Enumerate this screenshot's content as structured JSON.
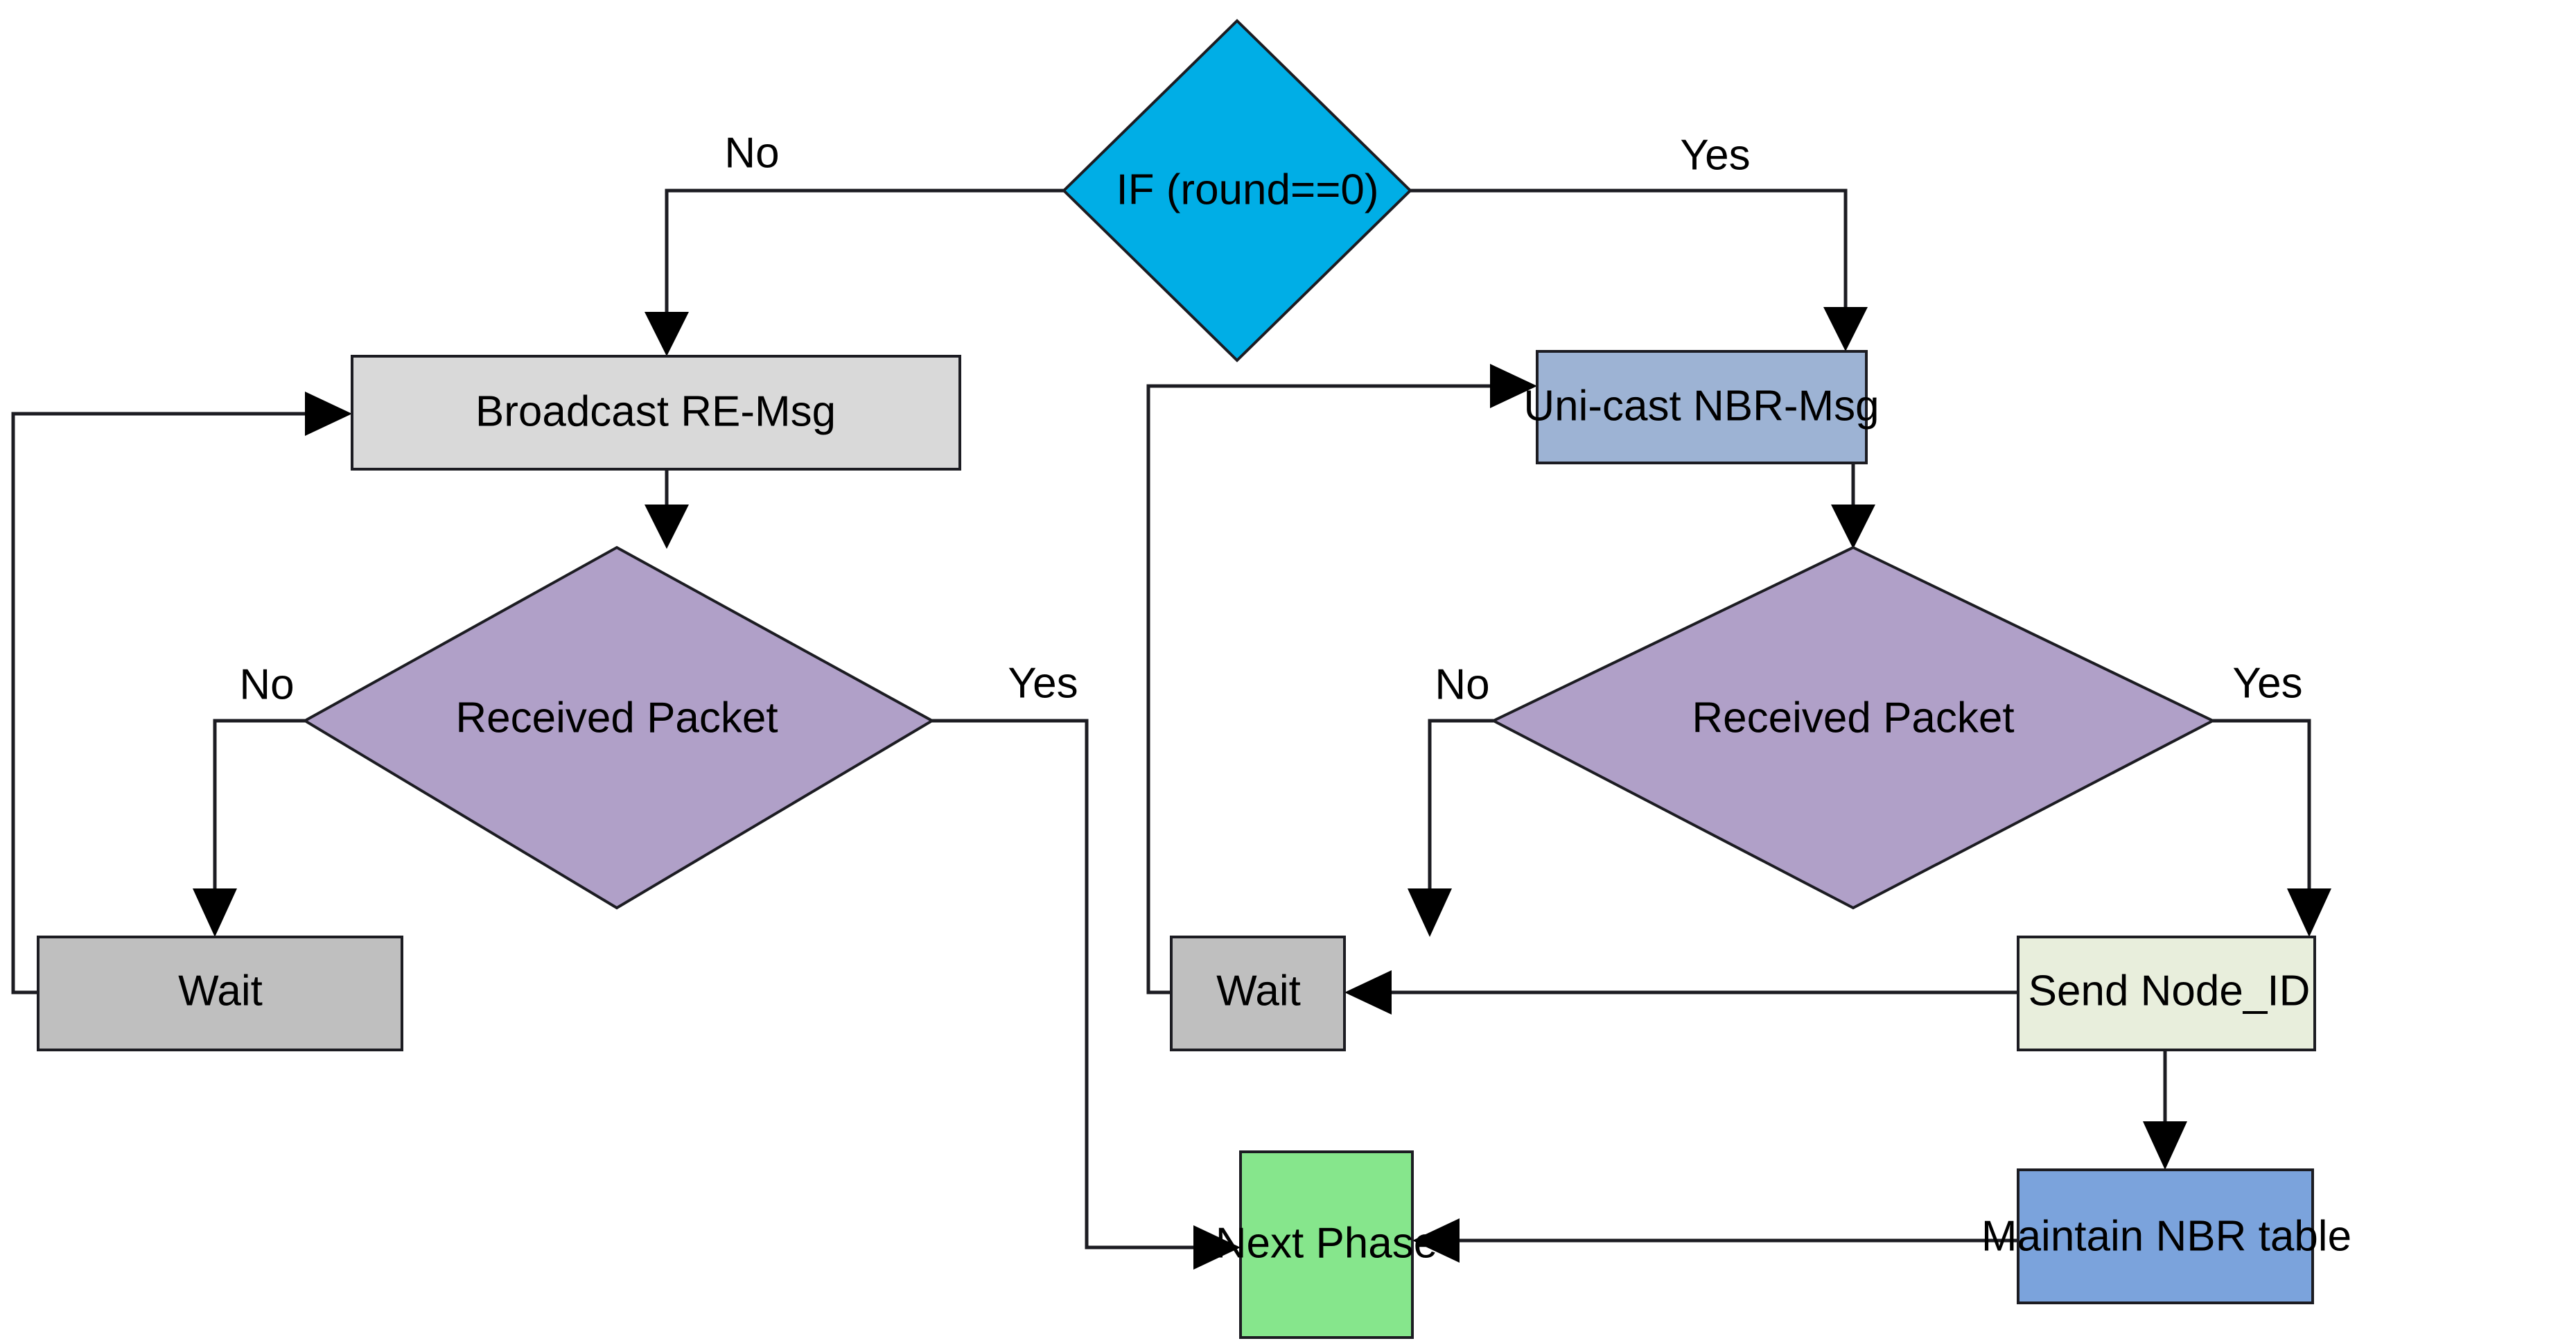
{
  "diagram": {
    "type": "flowchart",
    "title": "",
    "background_color": "#ffffff",
    "line_color": "#1c1c22",
    "text_color": "#000000",
    "nodes": {
      "decision_round": {
        "label": "IF (round==0)",
        "shape": "diamond",
        "fill": "#00AEE6"
      },
      "broadcast_re_msg": {
        "label": "Broadcast RE-Msg",
        "shape": "rectangle",
        "fill": "#D9D9D9"
      },
      "unicast_nbr_msg": {
        "label": "Uni-cast NBR-Msg",
        "shape": "rectangle",
        "fill": "#9DB3D4"
      },
      "received_packet_left": {
        "label": "Received Packet",
        "shape": "diamond",
        "fill": "#B0A0C8"
      },
      "received_packet_right": {
        "label": "Received Packet",
        "shape": "diamond",
        "fill": "#B0A0C8"
      },
      "wait_left": {
        "label": "Wait",
        "shape": "rectangle",
        "fill": "#BFBFBF"
      },
      "wait_right": {
        "label": "Wait",
        "shape": "rectangle",
        "fill": "#BFBFBF"
      },
      "send_node_id": {
        "label": "Send Node_ID",
        "shape": "rectangle",
        "fill": "#E8EEDC"
      },
      "next_phase": {
        "label": "Next Phase",
        "shape": "rectangle",
        "fill": "#86E68C"
      },
      "maintain_nbr_table": {
        "label": "Maintain NBR table",
        "shape": "rectangle",
        "fill": "#7BA3DC"
      }
    },
    "edge_labels": {
      "round_no": "No",
      "round_yes": "Yes",
      "left_packet_no": "No",
      "left_packet_yes": "Yes",
      "right_packet_no": "No",
      "right_packet_yes": "Yes"
    },
    "edges": [
      {
        "from": "decision_round",
        "to": "broadcast_re_msg",
        "label": "No"
      },
      {
        "from": "decision_round",
        "to": "unicast_nbr_msg",
        "label": "Yes"
      },
      {
        "from": "broadcast_re_msg",
        "to": "received_packet_left",
        "label": ""
      },
      {
        "from": "received_packet_left",
        "to": "wait_left",
        "label": "No"
      },
      {
        "from": "received_packet_left",
        "to": "next_phase",
        "label": "Yes"
      },
      {
        "from": "wait_left",
        "to": "broadcast_re_msg",
        "label": ""
      },
      {
        "from": "unicast_nbr_msg",
        "to": "received_packet_right",
        "label": ""
      },
      {
        "from": "received_packet_right",
        "to": "wait_right",
        "label": "No"
      },
      {
        "from": "received_packet_right",
        "to": "send_node_id",
        "label": "Yes"
      },
      {
        "from": "wait_right",
        "to": "unicast_nbr_msg",
        "label": ""
      },
      {
        "from": "send_node_id",
        "to": "wait_right",
        "label": ""
      },
      {
        "from": "send_node_id",
        "to": "maintain_nbr_table",
        "label": ""
      },
      {
        "from": "maintain_nbr_table",
        "to": "next_phase",
        "label": ""
      }
    ]
  }
}
